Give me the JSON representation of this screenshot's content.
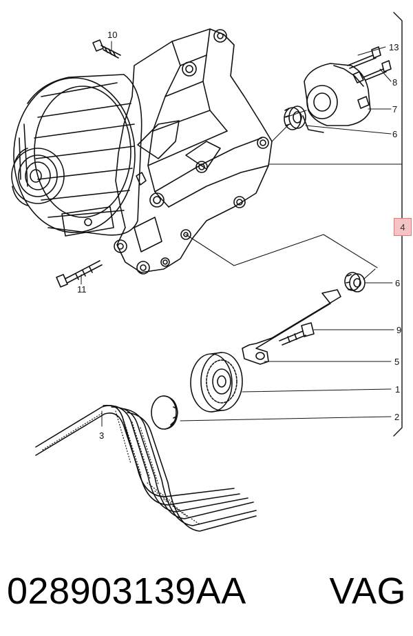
{
  "diagram": {
    "callouts": {
      "c10": "10",
      "c13": "13",
      "c8": "8",
      "c7": "7",
      "c6a": "6",
      "c11": "11",
      "c6b": "6",
      "c9": "9",
      "c5": "5",
      "c1": "1",
      "c3": "3",
      "c2": "2"
    },
    "reference_marker": "4"
  },
  "footer": {
    "part_number": "028903139AA",
    "brand": "VAG"
  }
}
